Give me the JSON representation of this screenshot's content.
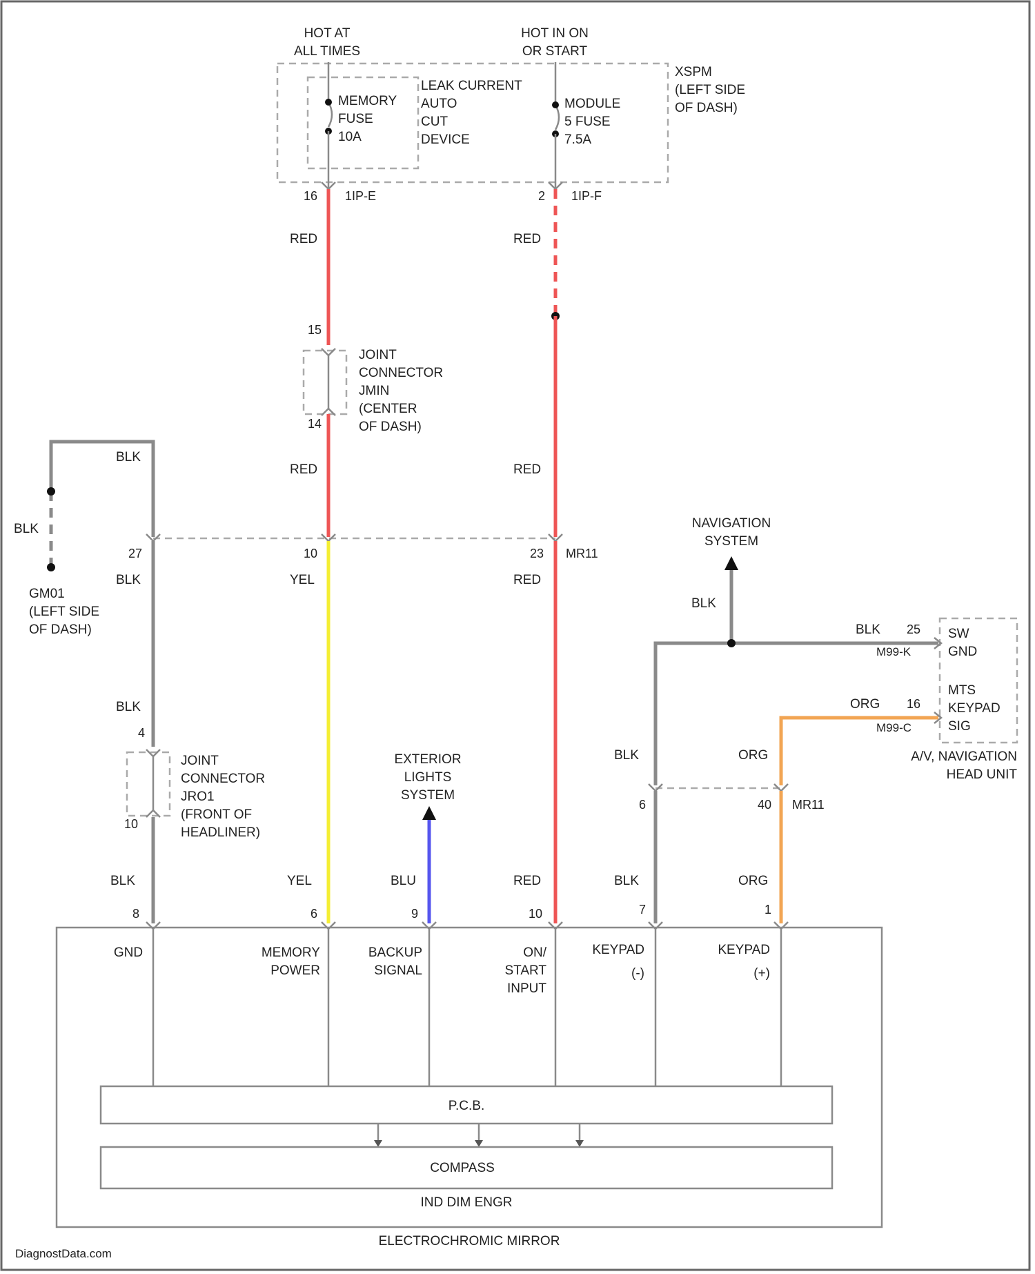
{
  "supply": {
    "hot_always": [
      "HOT AT",
      "ALL TIMES"
    ],
    "hot_run": [
      "HOT IN ON",
      "OR START"
    ]
  },
  "fuse_box": {
    "name": [
      "XSPM",
      "(LEFT SIDE",
      "OF DASH)"
    ],
    "memory_fuse": [
      "MEMORY",
      "FUSE",
      "10A"
    ],
    "leak_device": [
      "LEAK CURRENT",
      "AUTO",
      "CUT",
      "DEVICE"
    ],
    "module_fuse": [
      "MODULE",
      "5 FUSE",
      "7.5A"
    ],
    "pin_left": "16",
    "conn_left": "1IP-E",
    "pin_right": "2",
    "conn_right": "1IP-F"
  },
  "joint_connector_center": {
    "label": [
      "JOINT",
      "CONNECTOR",
      "JMIN",
      "(CENTER",
      "OF DASH)"
    ],
    "pin_top": "15",
    "pin_bottom": "14"
  },
  "joint_connector_front": {
    "label": [
      "JOINT",
      "CONNECTOR",
      "JRO1",
      "(FRONT OF",
      "HEADLINER)"
    ],
    "pin_top": "4",
    "pin_bottom": "10"
  },
  "ground": {
    "label": [
      "GM01",
      "(LEFT SIDE",
      "OF DASH)"
    ]
  },
  "connector_mr11": {
    "name": "MR11",
    "pin_gnd": "27",
    "pin_mem": "10",
    "pin_ign": "23",
    "pin_kp_minus": "6",
    "pin_kp_plus": "40"
  },
  "wire_colors": {
    "red": "RED",
    "yel": "YEL",
    "blk": "BLK",
    "blu": "BLU",
    "org": "ORG"
  },
  "navigation_system": [
    "NAVIGATION",
    "SYSTEM"
  ],
  "exterior_lights": [
    "EXTERIOR",
    "LIGHTS",
    "SYSTEM"
  ],
  "head_unit": {
    "name": [
      "A/V, NAVIGATION",
      "HEAD UNIT"
    ],
    "pin_gnd": "25",
    "conn_gnd": "M99-K",
    "label_gnd": [
      "SW",
      "GND"
    ],
    "pin_kp": "16",
    "conn_kp": "M99-C",
    "label_kp": [
      "MTS",
      "KEYPAD",
      "SIG"
    ]
  },
  "mirror": {
    "title": "ELECTROCHROMIC MIRROR",
    "sub_title": "IND DIM ENGR",
    "pcb": "P.C.B.",
    "compass": "COMPASS",
    "pins": {
      "gnd": "8",
      "memory": "6",
      "backup": "9",
      "ign": "10",
      "kp_minus": "7",
      "kp_plus": "1"
    },
    "labels": {
      "gnd": [
        "GND"
      ],
      "memory": [
        "MEMORY",
        "POWER"
      ],
      "backup": [
        "BACKUP",
        "SIGNAL"
      ],
      "ign": [
        "ON/",
        "START",
        "INPUT"
      ],
      "kp_minus": [
        "KEYPAD",
        "(-)"
      ],
      "kp_plus": [
        "KEYPAD",
        "(+)"
      ]
    }
  },
  "watermark": "DiagnostData.com",
  "colors": {
    "red": "#ee5555",
    "yellow": "#f4ee33",
    "blue": "#5555ee",
    "orange": "#f2a553",
    "black_wire": "#8a8a8a"
  }
}
